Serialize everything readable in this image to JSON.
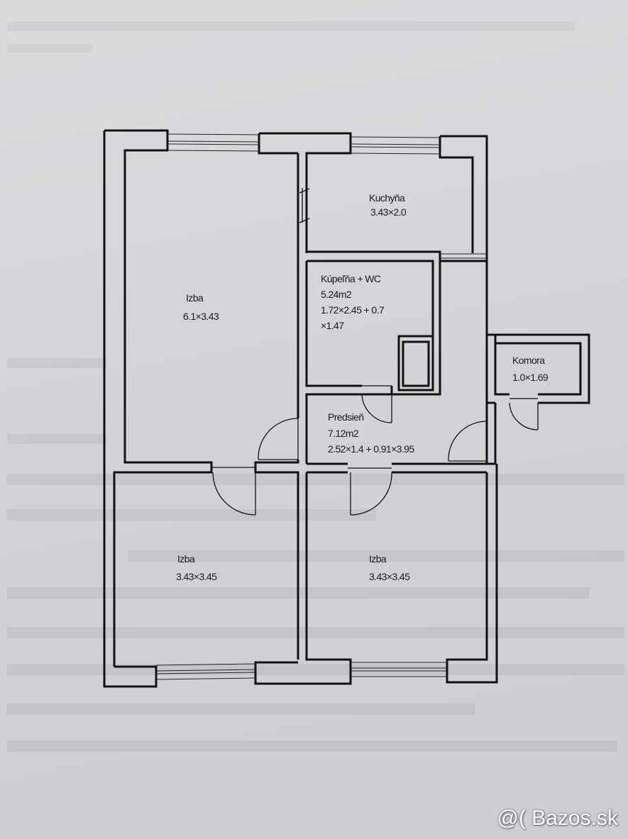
{
  "rooms": {
    "izba_large": {
      "name": "Izba",
      "dims": "6.1×3.43"
    },
    "kuchyna": {
      "name": "Kuchyňa",
      "dims": "3.43×2.0"
    },
    "kupelna": {
      "name": "Kúpeľňa + WC",
      "area": "5.24m2",
      "dims_line1": "1.72×2.45 + 0.7",
      "dims_line2": "×1.47"
    },
    "komora": {
      "name": "Komora",
      "dims": "1.0×1.69"
    },
    "predsien": {
      "name": "Predsieň",
      "area": "7.12m2",
      "dims": "2.52×1.4 + 0.91×3.95"
    },
    "izba_bottom_left": {
      "name": "Izba",
      "dims": "3.43×3.45"
    },
    "izba_bottom_right": {
      "name": "Izba",
      "dims": "3.43×3.45"
    }
  },
  "watermark": "@( Bazos.sk"
}
